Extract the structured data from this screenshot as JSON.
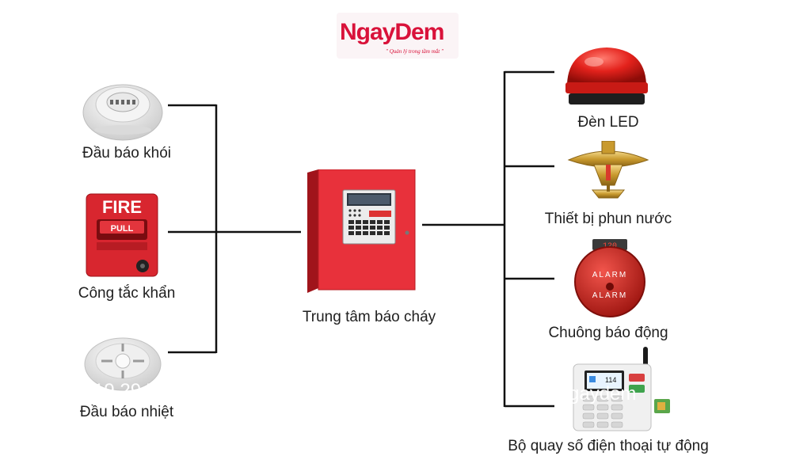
{
  "logo": {
    "brand_prefix": "Ngay",
    "brand_suffix": "Dem",
    "tagline": "\" Quản lý trong tầm mắt \"",
    "color": "#d9123a"
  },
  "center": {
    "label": "Trung tâm báo cháy",
    "color": "#e8313b"
  },
  "inputs": [
    {
      "label": "Đầu báo khói",
      "icon": "smoke-detector-icon"
    },
    {
      "label": "Công tắc khẩn",
      "icon": "fire-pull-station-icon",
      "sign_text": "FIRE",
      "handle_text": "PULL"
    },
    {
      "label": "Đầu báo nhiệt",
      "icon": "heat-detector-icon"
    }
  ],
  "outputs": [
    {
      "label": "Đèn LED",
      "icon": "strobe-light-icon"
    },
    {
      "label": "Thiết bị phun nước",
      "icon": "sprinkler-icon"
    },
    {
      "label": "Chuông báo động",
      "icon": "alarm-bell-icon",
      "bell_text_top": "ALARM",
      "bell_text_bottom": "ALARM",
      "display": "120"
    },
    {
      "label": "Bộ quay số điện thoại tự động",
      "icon": "auto-dialer-icon",
      "screen_text": "114"
    }
  ],
  "watermarks": {
    "left": "19 29 7",
    "right": "gaydem"
  },
  "line_color": "#111111"
}
